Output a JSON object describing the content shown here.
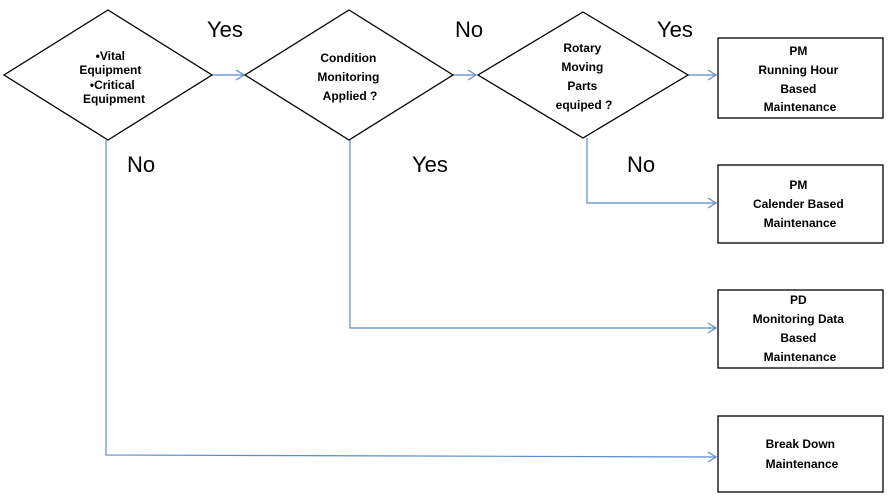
{
  "diagram": {
    "decisions": {
      "equipment": {
        "line1": "•Vital",
        "line2": "Equipment",
        "line3": "•Critical",
        "line4": "Equipment"
      },
      "condition_monitoring": {
        "line1": "Condition",
        "line2": "Monitoring",
        "line3": "Applied ?"
      },
      "rotary_parts": {
        "line1": "Rotary",
        "line2": "Moving",
        "line3": "Parts",
        "line4": "equiped ?"
      }
    },
    "outcomes": {
      "running_hour": {
        "line1": "PM",
        "line2": "Running Hour",
        "line3": "Based",
        "line4": "Maintenance"
      },
      "calender": {
        "line1": "PM",
        "line2": "Calender Based",
        "line3": "Maintenance"
      },
      "monitoring_data": {
        "line1": "PD",
        "line2": "Monitoring Data",
        "line3": "Based",
        "line4": "Maintenance"
      },
      "break_down": {
        "line1": "Break Down",
        "line2": "Maintenance"
      }
    },
    "edge_labels": {
      "equipment_yes": "Yes",
      "equipment_no": "No",
      "condition_no": "No",
      "condition_yes": "Yes",
      "rotary_yes": "Yes",
      "rotary_no": "No"
    },
    "colors": {
      "connector": "#5b8ccc",
      "outline": "#000000",
      "background": "#ffffff"
    }
  }
}
